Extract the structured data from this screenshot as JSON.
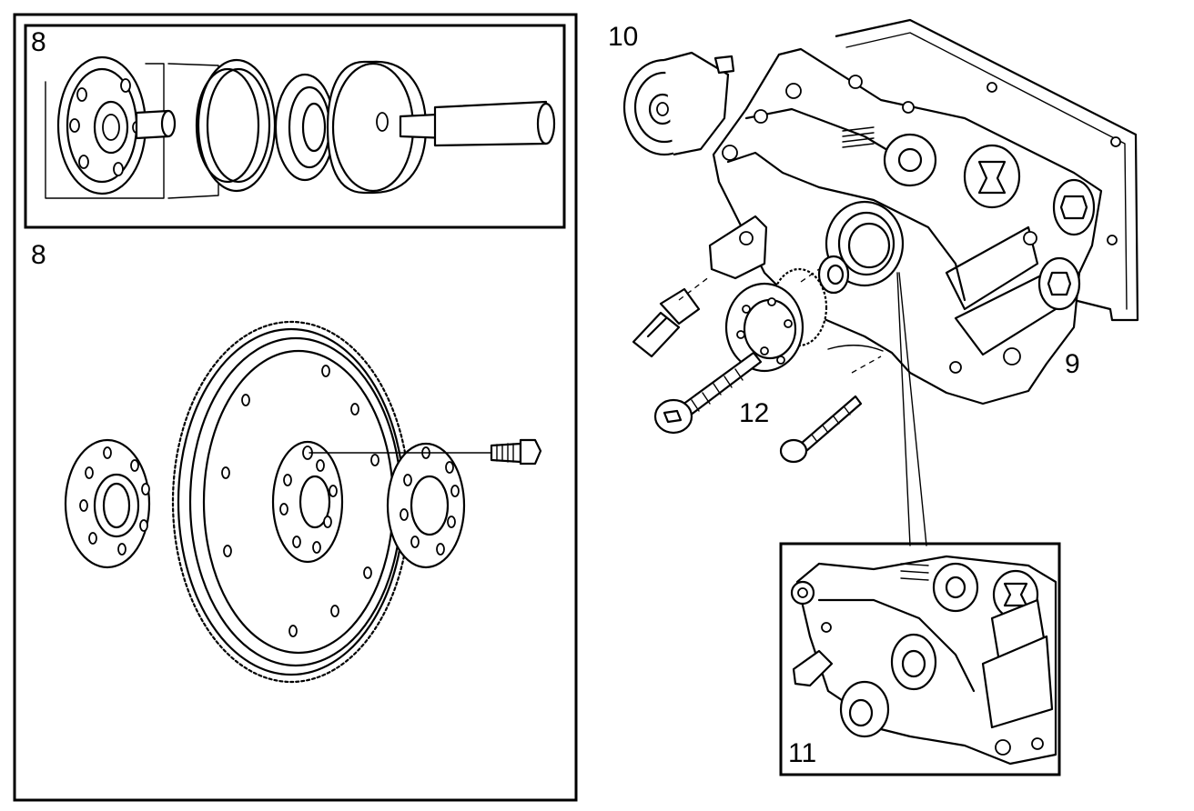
{
  "labels": {
    "inset_top_left": "8",
    "left_panel": "8",
    "damper": "10",
    "pump": "12",
    "housing": "9",
    "inset_bottom_right": "11"
  },
  "icons": [
    "flywheel-drawing",
    "seal-installer-drawing",
    "oil-pump-housing-drawing",
    "tensioner-pulley-drawing",
    "sprocket-drawing",
    "bolt-drawing"
  ],
  "colors": {
    "ink": "#000000",
    "paper": "#ffffff"
  }
}
